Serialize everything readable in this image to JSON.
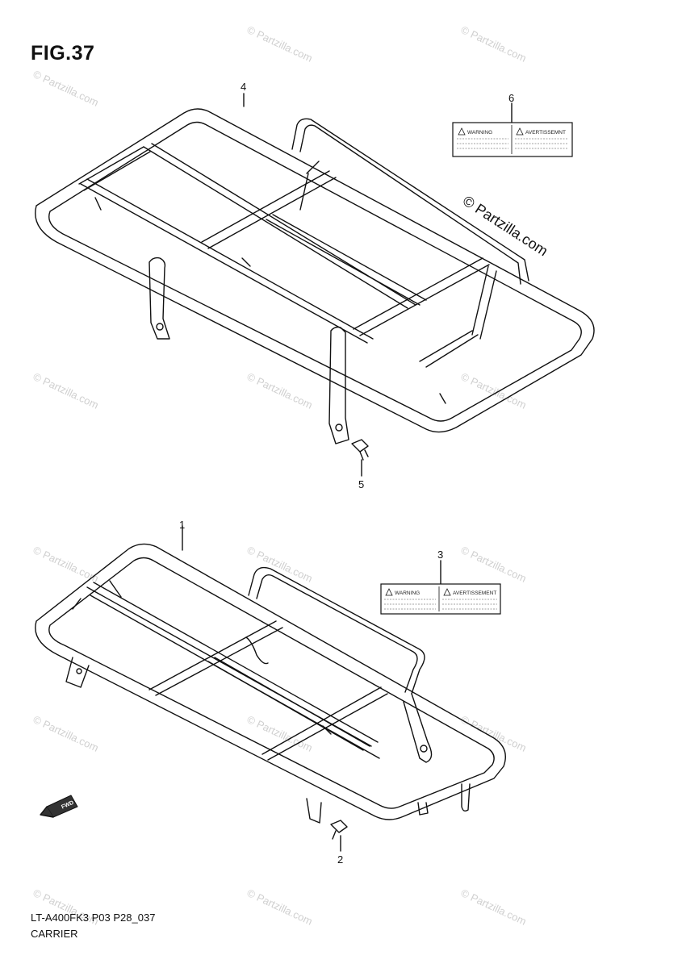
{
  "figure": {
    "title": "FIG.37",
    "footer_code": "LT-A400FK3 P03 P28_037",
    "footer_name": "CARRIER"
  },
  "watermark": {
    "text": "© Partzilla.com",
    "color": "#d0d0d0"
  },
  "callouts": [
    {
      "id": "1",
      "part": "carrier-rear"
    },
    {
      "id": "2",
      "part": "bolt-rear"
    },
    {
      "id": "3",
      "part": "warning-label-rear"
    },
    {
      "id": "4",
      "part": "carrier-front"
    },
    {
      "id": "5",
      "part": "bolt-front"
    },
    {
      "id": "6",
      "part": "warning-label-front"
    }
  ],
  "labels": {
    "warning": "WARNING",
    "avertissement_front": "AVERTISSEMNT",
    "avertissement_rear": "AVERTISSEMENT"
  },
  "direction_badge": "FWD",
  "colors": {
    "line": "#111111",
    "background": "#ffffff"
  }
}
